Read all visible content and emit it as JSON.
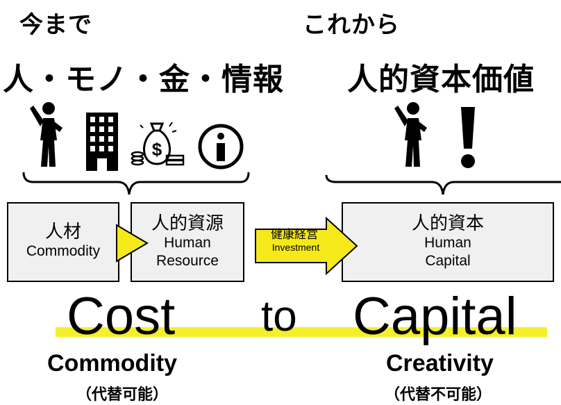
{
  "left": {
    "heading": "今まで",
    "title": "人・モノ・金・情報",
    "icons": [
      "person-icon",
      "building-icon",
      "money-bag-icon",
      "info-icon"
    ],
    "box1": {
      "jp": "人材",
      "en": "Commodity"
    },
    "box2": {
      "jp": "人的資源",
      "en1": "Human",
      "en2": "Resource"
    },
    "big_word": "Cost",
    "sub_en": "Commodity",
    "sub_jp": "（代替可能）"
  },
  "middle": {
    "arrow_jp": "健康経営",
    "arrow_en": "Investment",
    "to_word": "to"
  },
  "right": {
    "heading": "これから",
    "title": "人的資本価値",
    "icons": [
      "person-icon",
      "exclamation-icon"
    ],
    "box": {
      "jp": "人的資本",
      "en1": "Human",
      "en2": "Capital"
    },
    "big_word": "Capital",
    "sub_en": "Creativity",
    "sub_jp": "（代替不可能）"
  },
  "colors": {
    "highlight": "#f3ef2a",
    "arrow": "#f5e91b",
    "box_fill": "#f0f0f0"
  }
}
